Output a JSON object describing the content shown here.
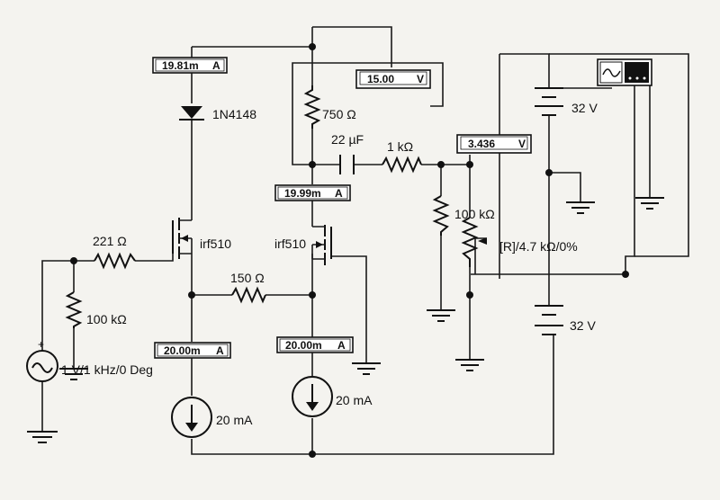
{
  "components": {
    "diode": "1N4148",
    "r_drain": "750 Ω",
    "cap": "22 µF",
    "r_series": "1 kΩ",
    "r_load": "100 kΩ",
    "pot": "[R]/4.7 kΩ/0%",
    "r_gate": "221 Ω",
    "r_bias": "100 kΩ",
    "r_source": "150 Ω",
    "mos_left": "irf510",
    "mos_right": "irf510",
    "source_ac": "1 V/1 kHz/0 Deg",
    "battery_top": "32 V",
    "battery_bottom": "32 V",
    "isrc_left": "20 mA",
    "isrc_right": "20 mA"
  },
  "meters": {
    "a1": {
      "value": "19.81m",
      "unit": "A"
    },
    "v1": {
      "value": "15.00",
      "unit": "V"
    },
    "a2": {
      "value": "19.99m",
      "unit": "A"
    },
    "v2": {
      "value": "3.436",
      "unit": "V"
    },
    "a3": {
      "value": "20.00m",
      "unit": "A"
    },
    "a4": {
      "value": "20.00m",
      "unit": "A"
    }
  },
  "colors": {
    "ink": "#111111",
    "paper": "#f4f3ef",
    "meter_bg": "#ffffff"
  },
  "icons": {
    "oscilloscope": "oscilloscope-icon",
    "ground": "ground-icon"
  }
}
